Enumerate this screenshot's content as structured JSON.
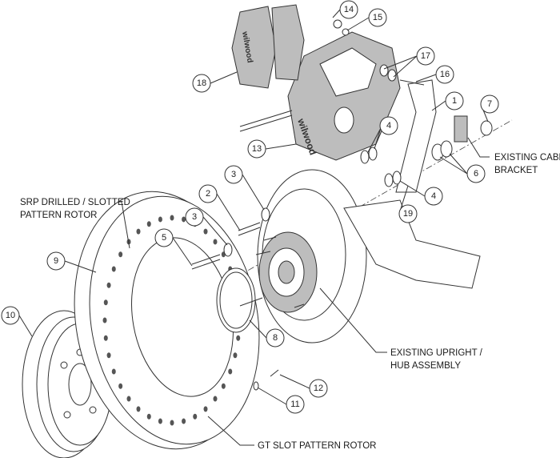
{
  "labels": {
    "cable_bracket_1": "EXISTING CABLE",
    "cable_bracket_2": "BRACKET",
    "srp_rotor_1": "SRP DRILLED / SLOTTED",
    "srp_rotor_2": "PATTERN ROTOR",
    "upright_1": "EXISTING UPRIGHT /",
    "upright_2": "HUB ASSEMBLY",
    "gt_rotor": "GT SLOT PATTERN ROTOR"
  },
  "callouts": [
    "14",
    "15",
    "17",
    "16",
    "1",
    "7",
    "18",
    "4",
    "13",
    "3",
    "2",
    "3",
    "6",
    "4",
    "19",
    "5",
    "9",
    "8",
    "10",
    "12",
    "11"
  ],
  "logo_text": "wilwood"
}
